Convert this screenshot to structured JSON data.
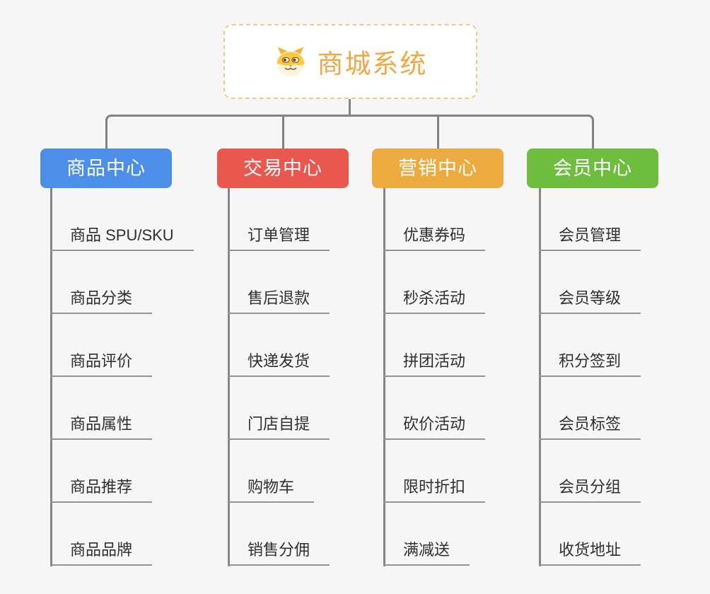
{
  "page": {
    "background": "#f6f6f6",
    "connector_color": "#828282"
  },
  "root": {
    "label": "商城系统",
    "icon": "dog-face-icon",
    "text_color": "#f0a845",
    "border_color": "#f2c88a"
  },
  "branches": [
    {
      "id": "product-center",
      "label": "商品中心",
      "color": "#4d8fe8",
      "items": [
        "商品 SPU/SKU",
        "商品分类",
        "商品评价",
        "商品属性",
        "商品推荐",
        "商品品牌"
      ]
    },
    {
      "id": "trade-center",
      "label": "交易中心",
      "color": "#e8584f",
      "items": [
        "订单管理",
        "售后退款",
        "快递发货",
        "门店自提",
        "购物车",
        "销售分佣"
      ]
    },
    {
      "id": "marketing-center",
      "label": "营销中心",
      "color": "#edaa3e",
      "items": [
        "优惠券码",
        "秒杀活动",
        "拼团活动",
        "砍价活动",
        "限时折扣",
        "满减送"
      ]
    },
    {
      "id": "member-center",
      "label": "会员中心",
      "color": "#6ebd3e",
      "items": [
        "会员管理",
        "会员等级",
        "积分签到",
        "会员标签",
        "会员分组",
        "收货地址"
      ]
    }
  ]
}
